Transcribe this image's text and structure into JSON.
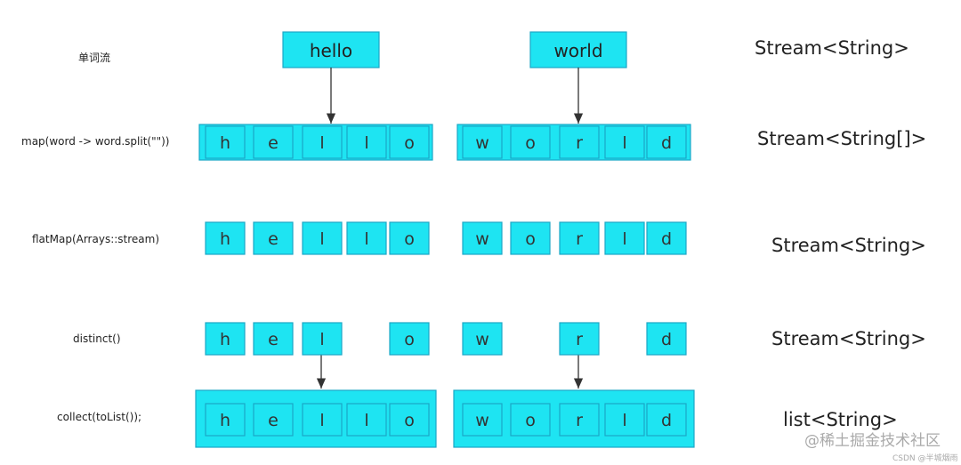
{
  "labels": {
    "row1": "单词流",
    "row2": "map(word -> word.split(\"\"))",
    "row3": "flatMap(Arrays::stream)",
    "row4": "distinct()",
    "row5": "collect(toList());"
  },
  "types": {
    "row1": "Stream<String>",
    "row2": "Stream<String[]>",
    "row3": "Stream<String>",
    "row4": "Stream<String>",
    "row5": "list<String>"
  },
  "words": [
    "hello",
    "world"
  ],
  "letters": {
    "hello": [
      "h",
      "e",
      "l",
      "l",
      "o"
    ],
    "world": [
      "w",
      "o",
      "r",
      "l",
      "d"
    ],
    "distinct_hello": [
      "h",
      "e",
      "l",
      "",
      "o"
    ],
    "distinct_world": [
      "w",
      "",
      "r",
      "",
      "d"
    ]
  },
  "watermark": {
    "main": "@稀土掘金技术社区",
    "small": "CSDN @半城烟雨"
  },
  "colors": {
    "box_fill": "#1ee4f2",
    "box_stroke": "#1aa7c6",
    "arrow": "#333333"
  }
}
